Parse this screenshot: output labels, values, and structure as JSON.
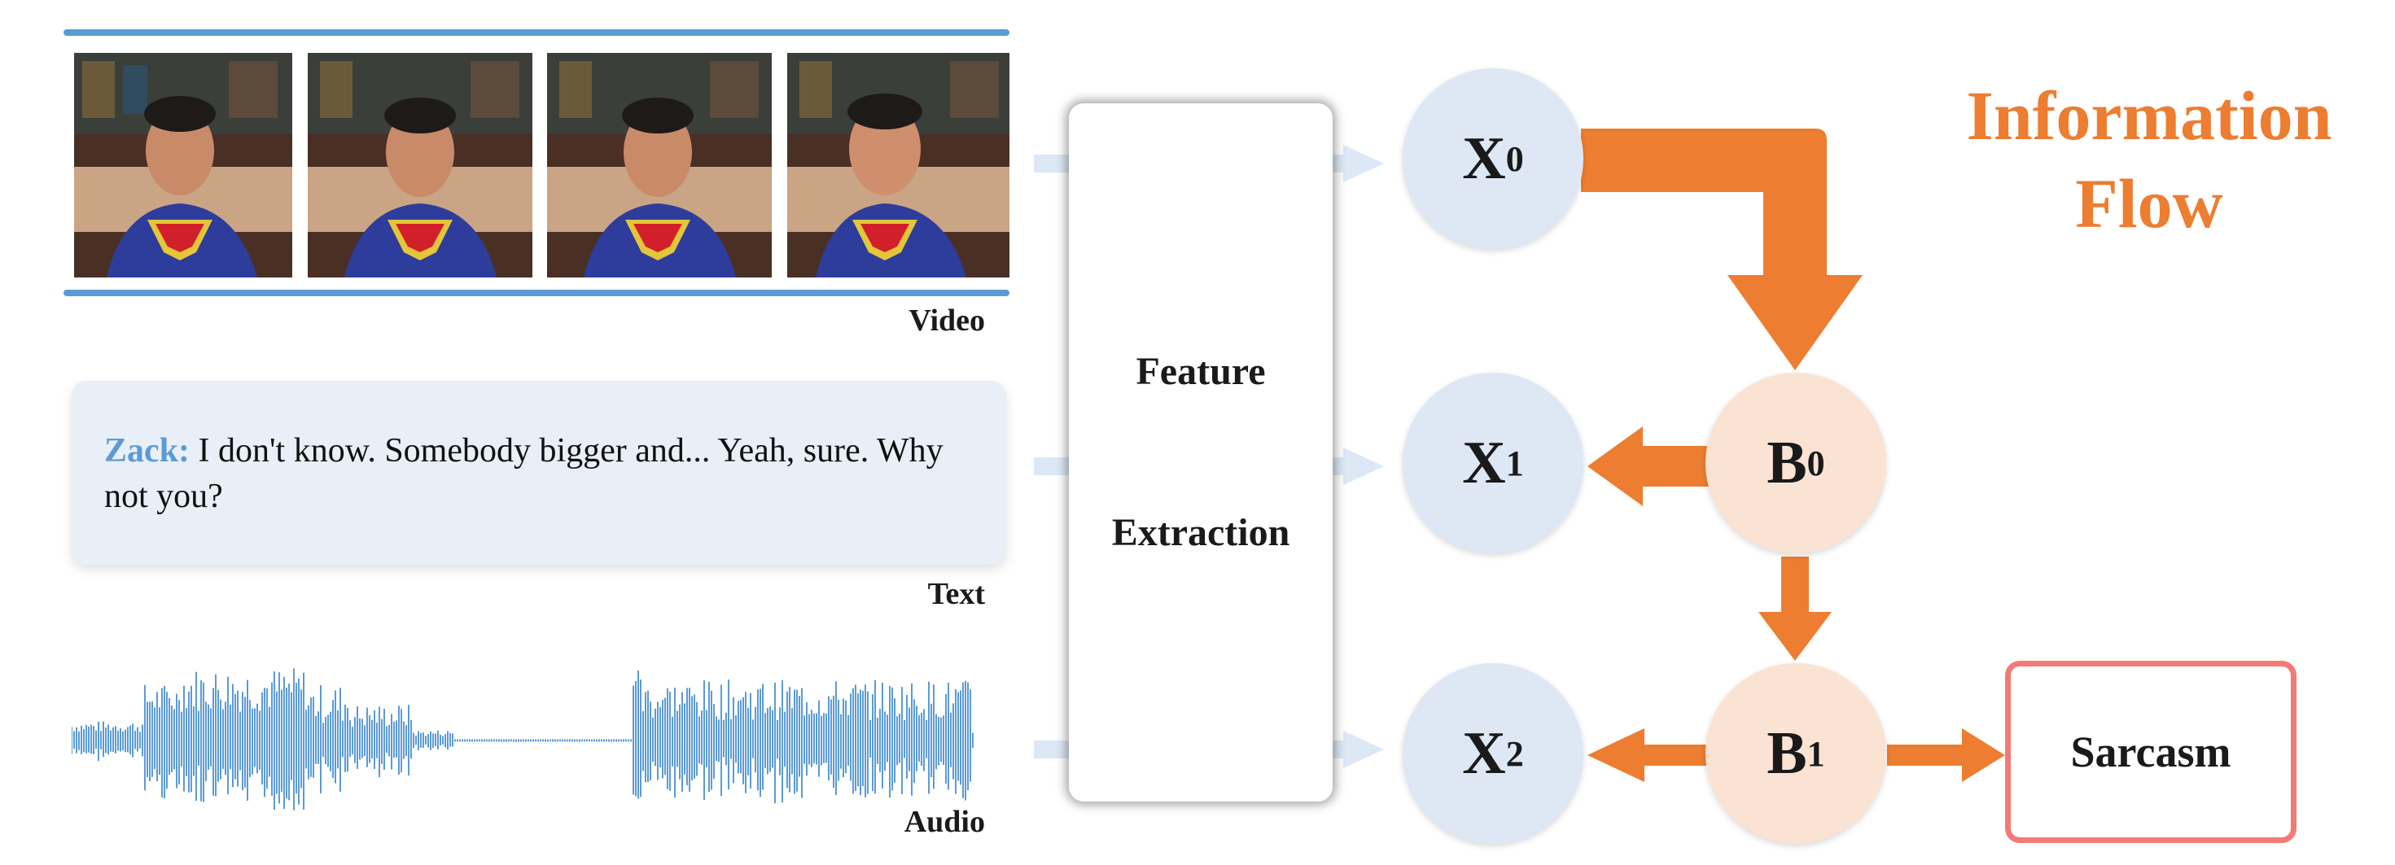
{
  "modalities": {
    "video_label": "Video",
    "text_label": "Text",
    "audio_label": "Audio"
  },
  "utterance": {
    "speaker": "Zack:",
    "text": " I don't know. Somebody bigger and...  Yeah, sure. Why not you?"
  },
  "feature_extraction": {
    "line1": "Feature",
    "line2": "Extraction"
  },
  "nodes": {
    "x0": {
      "base": "X",
      "sub": "0"
    },
    "x1": {
      "base": "X",
      "sub": "1"
    },
    "x2": {
      "base": "X",
      "sub": "2"
    },
    "b0": {
      "base": "B",
      "sub": "0"
    },
    "b1": {
      "base": "B",
      "sub": "1"
    }
  },
  "title": {
    "line1": "Information",
    "line2": "Flow"
  },
  "output": {
    "label": "Sarcasm"
  },
  "colors": {
    "accent_blue": "#5b9bd5",
    "flow_orange": "#ed7d31",
    "x_node_fill": "#dde8f4",
    "b_node_fill": "#fbe3d4",
    "sarcasm_border": "#f27b78",
    "text_box_fill": "#e9eff7"
  }
}
